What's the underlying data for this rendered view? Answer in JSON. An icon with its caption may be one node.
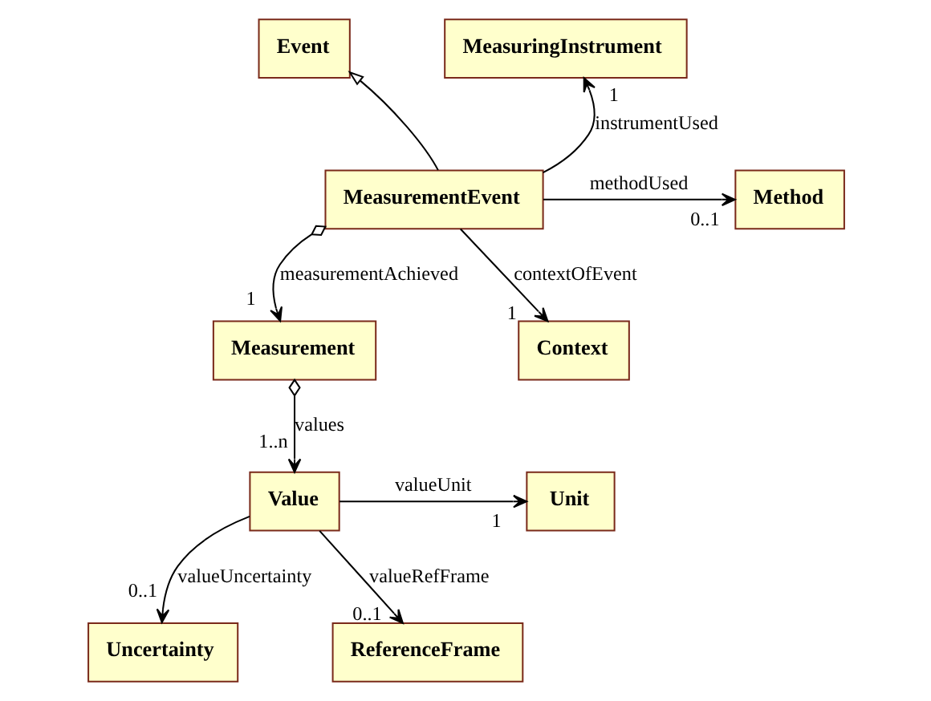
{
  "diagram": {
    "nodes": [
      {
        "text": [
          "Event"
        ]
      },
      {
        "text": [
          "MeasuringInstrument"
        ]
      },
      {
        "text": [
          "MeasurementEvent"
        ]
      },
      {
        "text": [
          "Method"
        ]
      },
      {
        "text": [
          "Measurement"
        ]
      },
      {
        "text": [
          "Context"
        ]
      },
      {
        "text": [
          "Value"
        ]
      },
      {
        "text": [
          "Unit"
        ]
      },
      {
        "text": [
          "Uncertainty"
        ]
      },
      {
        "text": [
          "ReferenceFrame"
        ]
      }
    ],
    "edges": [
      {
        "from": 2,
        "to": 0,
        "arrow": "to"
      },
      {
        "from": 2,
        "to": 1,
        "arrow": "to",
        "label": "instrumentUsed"
      },
      {
        "from": 2,
        "to": 3,
        "arrow": "to",
        "label": "methodUsed"
      },
      {
        "from": 2,
        "to": 4,
        "arrow": "to",
        "label": "measurementAchieved"
      },
      {
        "from": 2,
        "to": 5,
        "arrow": "to",
        "label": "contextOfEvent"
      },
      {
        "from": 4,
        "to": 6,
        "arrow": "to",
        "label": "values"
      },
      {
        "from": 6,
        "to": 7,
        "arrow": "to",
        "label": "valueUnit"
      },
      {
        "from": 6,
        "to": 8,
        "arrow": "to",
        "label": "valueUncertainty"
      },
      {
        "from": 6,
        "to": 9,
        "arrow": "to",
        "label": "valueRefFrame"
      }
    ],
    "labels": [
      "1",
      "0..1",
      "1",
      "1",
      "1..n",
      "1",
      "0..1",
      "0..1"
    ]
  }
}
